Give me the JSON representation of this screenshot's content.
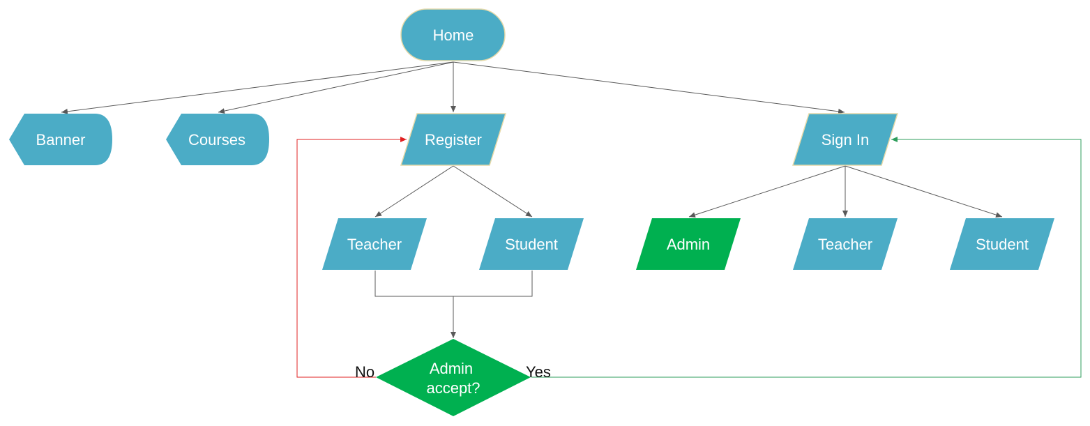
{
  "colors": {
    "node_blue": "#4BACC6",
    "node_green": "#00B050",
    "node_border": "#E6D9A8",
    "edge_gray": "#595959",
    "edge_red": "#E02020",
    "edge_green": "#2E9E5B",
    "text_white": "#FFFFFF"
  },
  "nodes": {
    "home": "Home",
    "banner": "Banner",
    "courses": "Courses",
    "register": "Register",
    "sign_in": "Sign In",
    "reg_teacher": "Teacher",
    "reg_student": "Student",
    "admin": "Admin",
    "signin_teacher": "Teacher",
    "signin_student": "Student",
    "decision_line1": "Admin",
    "decision_line2": "accept?"
  },
  "edge_labels": {
    "no": "No",
    "yes": "Yes"
  }
}
